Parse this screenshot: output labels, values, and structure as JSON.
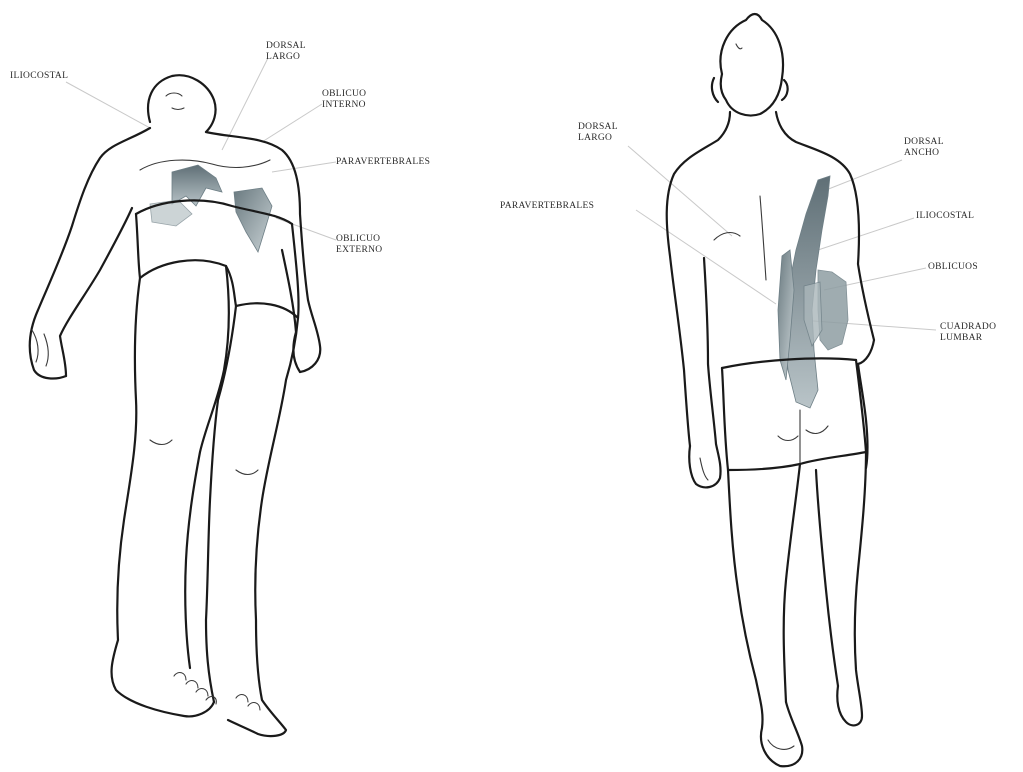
{
  "colors": {
    "outline": "#1a1a1a",
    "muscle_dark": "#5f6f76",
    "muscle_light": "#b9c4c8",
    "leader": "#c9c9c9",
    "label": "#2b2b2b"
  },
  "front_figure": {
    "labels": {
      "iliocostal": "ILIOCOSTAL",
      "dorsal_largo": [
        "DORSAL",
        "LARGO"
      ],
      "oblicuo_interno": [
        "OBLICUO",
        "INTERNO"
      ],
      "paravertebrales": "PARAVERTEBRALES",
      "oblicuo_externo": [
        "OBLICUO",
        "EXTERNO"
      ]
    }
  },
  "back_figure": {
    "labels": {
      "dorsal_largo": [
        "DORSAL",
        "LARGO"
      ],
      "dorsal_ancho": [
        "DORSAL",
        "ANCHO"
      ],
      "paravertebrales": "PARAVERTEBRALES",
      "iliocostal": "ILIOCOSTAL",
      "oblicuos": "OBLICUOS",
      "cuadrado_lumbar": [
        "CUADRADO",
        "LUMBAR"
      ]
    }
  }
}
